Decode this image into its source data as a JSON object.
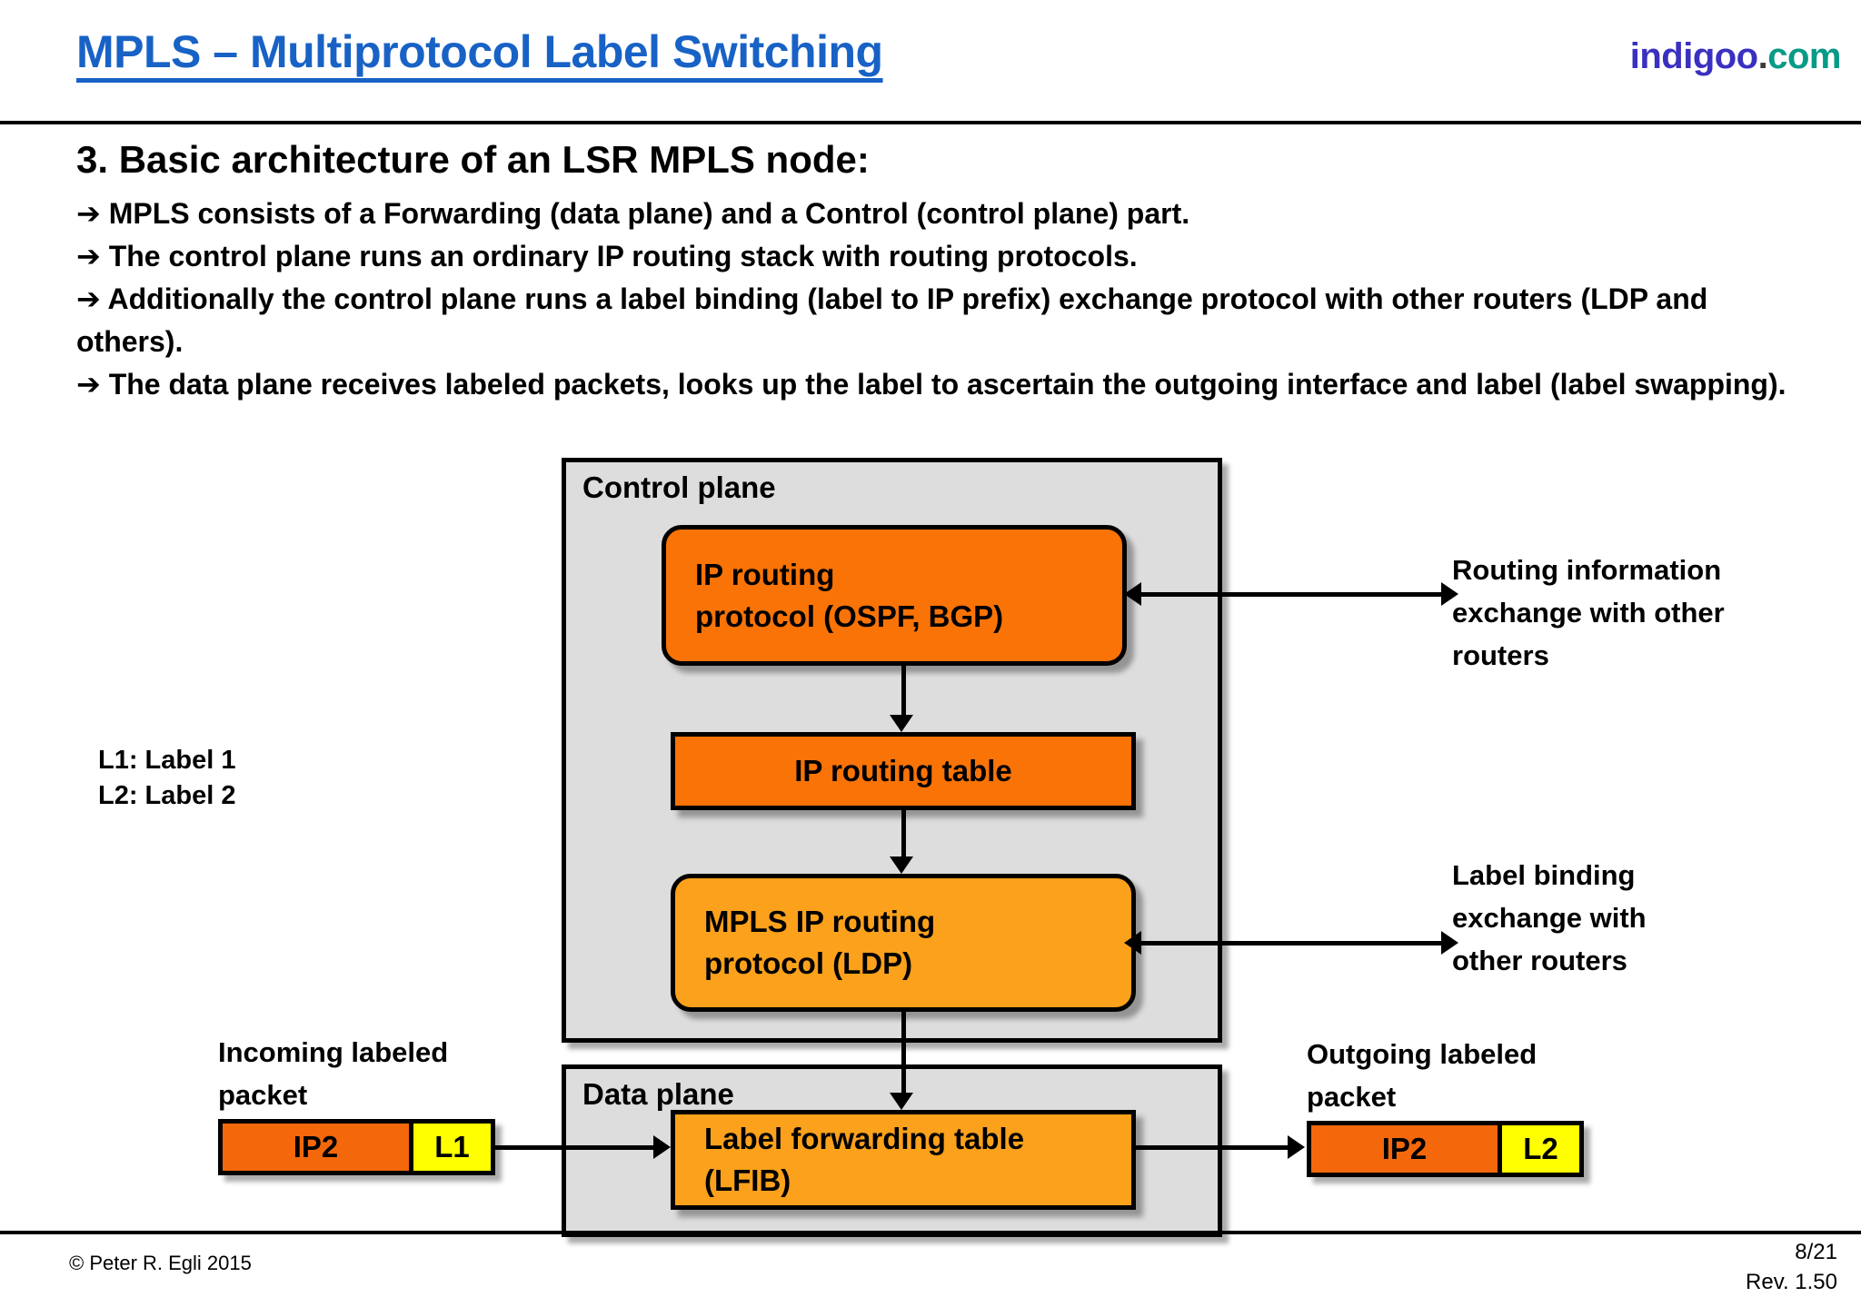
{
  "header": {
    "title": "MPLS – Multiprotocol Label Switching",
    "logo_primary": "indigoo",
    "logo_dot": ".",
    "logo_suffix": "com",
    "title_color": "#1862c6",
    "logo_primary_color": "#3a30c0",
    "logo_suffix_color": "#079a87"
  },
  "body": {
    "heading": "3. Basic architecture of an LSR MPLS node:",
    "bullets": [
      "MPLS consists of a Forwarding (data plane) and a Control (control plane) part.",
      "The control plane runs an ordinary IP routing stack with routing protocols.",
      "Additionally the control plane runs a label binding (label to IP prefix) exchange protocol with other routers (LDP and others).",
      "The data plane receives labeled packets, looks up the label to ascertain the outgoing interface and label (label swapping)."
    ],
    "bullet_marker": "➔"
  },
  "legend": {
    "line1": "L1: Label 1",
    "line2": "L2: Label 2"
  },
  "diagram": {
    "control_plane_label": "Control plane",
    "data_plane_label": "Data plane",
    "boxes": {
      "ip_routing_protocol_line1": "IP routing",
      "ip_routing_protocol_line2": "protocol (OSPF, BGP)",
      "ip_routing_table": "IP routing table",
      "mpls_ldp_line1": "MPLS IP routing",
      "mpls_ldp_line2": "protocol (LDP)",
      "lfib_line1": "Label forwarding table",
      "lfib_line2": "(LFIB)"
    },
    "annotations": {
      "routing_exchange_line1": "Routing information",
      "routing_exchange_line2": "exchange with other",
      "routing_exchange_line3": "routers",
      "label_binding_line1": "Label binding",
      "label_binding_line2": "exchange with",
      "label_binding_line3": "other routers"
    },
    "packets": {
      "incoming_caption_line1": "Incoming labeled",
      "incoming_caption_line2": "packet",
      "incoming_ip": "IP2",
      "incoming_label": "L1",
      "outgoing_caption_line1": "Outgoing labeled",
      "outgoing_caption_line2": "packet",
      "outgoing_ip": "IP2",
      "outgoing_label": "L2"
    },
    "colors": {
      "plane_fill": "#dddddd",
      "box_orange": "#f97306",
      "box_amber": "#fba11b",
      "packet_ip_fill": "#f4670b",
      "packet_label_fill": "#ffff00"
    }
  },
  "footer": {
    "copyright": "© Peter R. Egli 2015",
    "page": "8/21",
    "revision": "Rev. 1.50"
  }
}
